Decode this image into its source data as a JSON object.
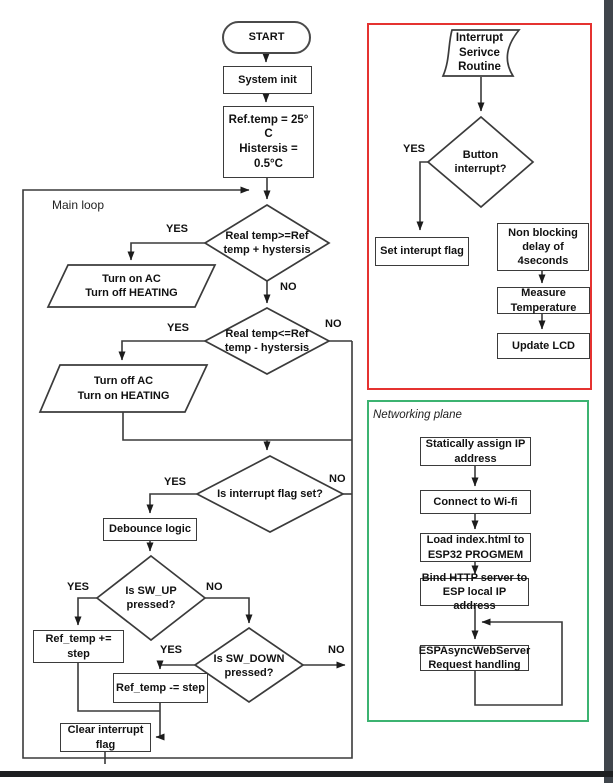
{
  "labels": {
    "yes": "YES",
    "no": "NO"
  },
  "main_flow": {
    "loop_label": "Main loop",
    "start": "START",
    "system_init": "System init",
    "init_values": "Ref.temp = 25° C\nHistersis = 0.5°C",
    "d_temp_high": "Real temp>=Ref\ntemp + hystersis",
    "ac_on": "Turn on AC\nTurn off HEATING",
    "d_temp_low": "Real temp<=Ref\ntemp - hystersis",
    "heating_on": "Turn off AC\nTurn on HEATING",
    "d_interrupt_flag": "Is interrupt flag set?",
    "debounce": "Debounce logic",
    "d_sw_up": "Is SW_UP\npressed?",
    "ref_inc": "Ref_temp +=\nstep",
    "d_sw_down": "Is SW_DOWN\npressed?",
    "ref_dec": "Ref_temp -= step",
    "clear_flag": "Clear interrupt\nflag"
  },
  "isr": {
    "title": "Interrupt\nSerivce\nRoutine",
    "d_button": "Button\ninterrupt?",
    "set_flag": "Set interupt flag",
    "delay": "Non blocking\ndelay of\n4seconds",
    "measure": "Measure\nTemperature",
    "update_lcd": "Update LCD"
  },
  "network": {
    "label": "Networking plane",
    "static_ip": "Statically assign IP\naddress",
    "wifi": "Connect to Wi-fi",
    "load_html": "Load index.html to\nESP32 PROGMEM",
    "bind_http": "Bind HTTP server to\nESP local IP address",
    "server": "ESPAsyncWebServer\nRequest handling"
  },
  "colors": {
    "isr_box": "#e53230",
    "network_box": "#3cb371",
    "line": "#3a3a3a",
    "page_right_bar": "#40454c",
    "page_bottom_bar": "#1e1f21"
  }
}
